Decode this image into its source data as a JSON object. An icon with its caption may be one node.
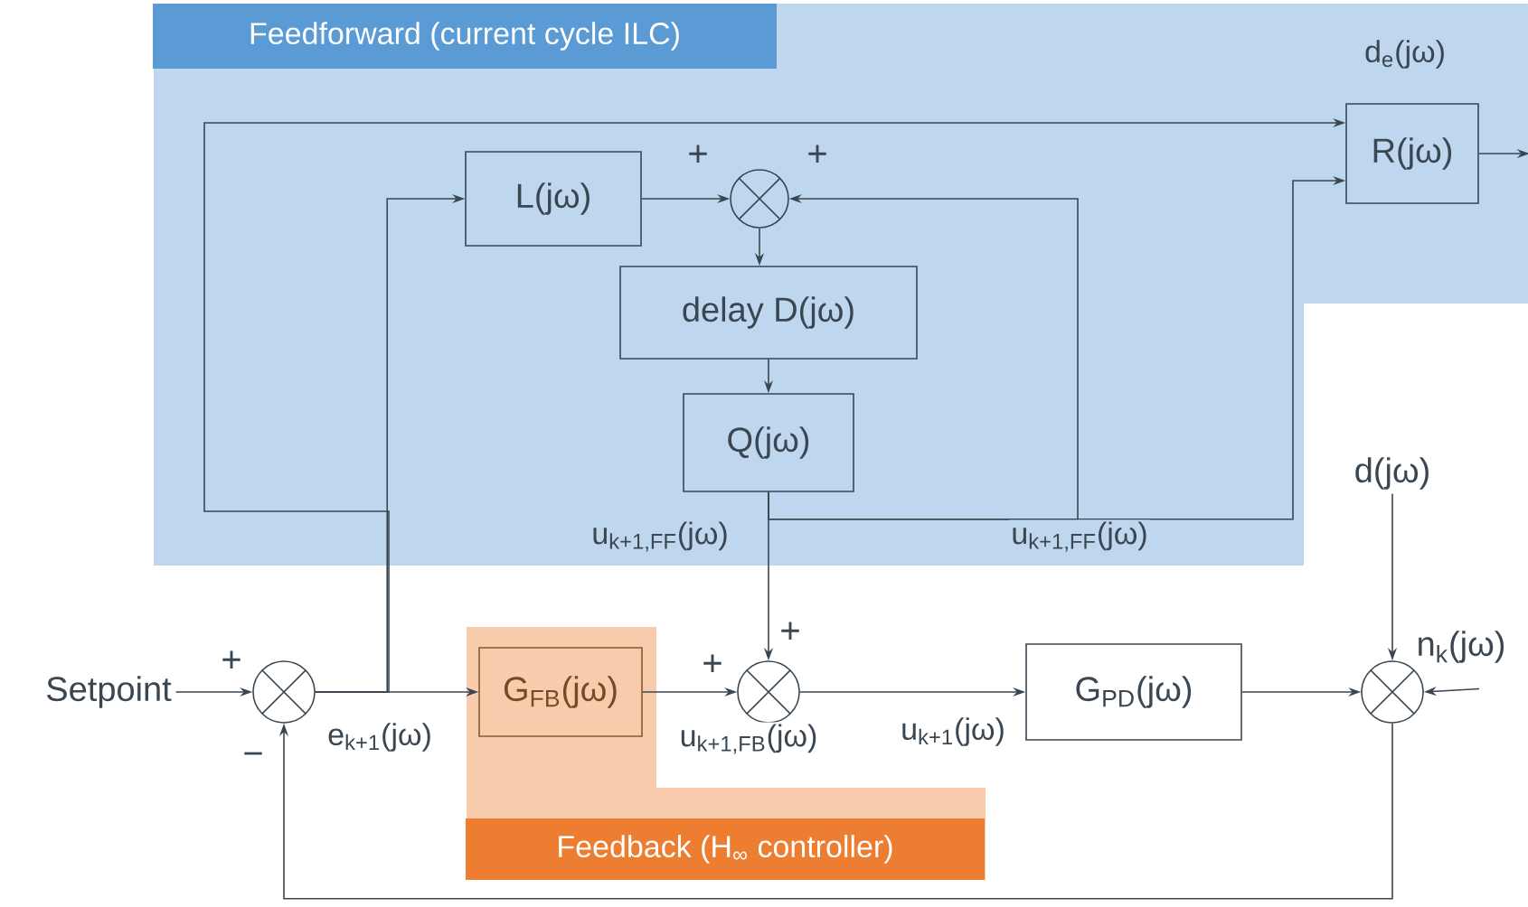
{
  "diagram": {
    "nodes": [
      {
        "text": [
          "Feedforward (current cycle ILC)"
        ]
      },
      {
        "text": [
          "L(jω)"
        ],
        "in": 0
      },
      {
        "text": [],
        "shape": "circle",
        "in": 0
      },
      {
        "text": [
          "delay D(jω)"
        ],
        "in": 0
      },
      {
        "text": [
          "Q(jω)"
        ],
        "in": 0
      },
      {
        "text": [
          "R(jω)"
        ],
        "in": 0
      },
      {
        "text": [
          "Feedback (H$_{∞}$ controller)"
        ]
      },
      {
        "text": [
          "G$_{FB}$(jω)"
        ],
        "in": 6
      },
      {
        "text": [
          "Setpoint"
        ]
      },
      {
        "text": [],
        "shape": "circle"
      },
      {
        "text": [],
        "shape": "circle"
      },
      {
        "text": [
          "G$_{PD}$(jω)"
        ]
      },
      {
        "text": [],
        "shape": "circle"
      },
      {
        "text": [
          "d(jω)"
        ]
      },
      {
        "text": [
          "n$_{k}$(jω)"
        ]
      }
    ],
    "edges": [
      {
        "from": 8,
        "to": 9,
        "arrow": "to"
      },
      {
        "from": 9,
        "to": 7,
        "arrow": "to",
        "label": "e$_{k+1}$(jω)"
      },
      {
        "from": 9,
        "to": 1,
        "arrow": "to"
      },
      {
        "from": 9,
        "to": 5,
        "arrow": "to"
      },
      {
        "from": 1,
        "to": 2,
        "arrow": "to"
      },
      {
        "from": 2,
        "to": 3,
        "arrow": "to"
      },
      {
        "from": 3,
        "to": 4,
        "arrow": "to"
      },
      {
        "from": 4,
        "to": 10,
        "arrow": "to",
        "label": "u$_{k+1,FF}$(jω)"
      },
      {
        "from": 4,
        "to": 2,
        "arrow": "to",
        "label": "u$_{k+1,FF}$(jω)"
      },
      {
        "from": 4,
        "to": 5,
        "arrow": "to"
      },
      {
        "from": 5,
        "to": null,
        "arrow": "to",
        "label": "d$_{e}$(jω)"
      },
      {
        "from": 7,
        "to": 10,
        "arrow": "to",
        "label": "u$_{k+1,FB}$(jω)"
      },
      {
        "from": 10,
        "to": 11,
        "arrow": "to",
        "label": "u$_{k+1}$(jω)"
      },
      {
        "from": 11,
        "to": 12,
        "arrow": "to"
      },
      {
        "from": 13,
        "to": 12,
        "arrow": "to"
      },
      {
        "from": 14,
        "to": 12,
        "arrow": "to"
      },
      {
        "from": 12,
        "to": 9,
        "arrow": "to"
      }
    ],
    "labels": [
      "+",
      "+",
      "+",
      "+",
      "+",
      "−"
    ]
  }
}
